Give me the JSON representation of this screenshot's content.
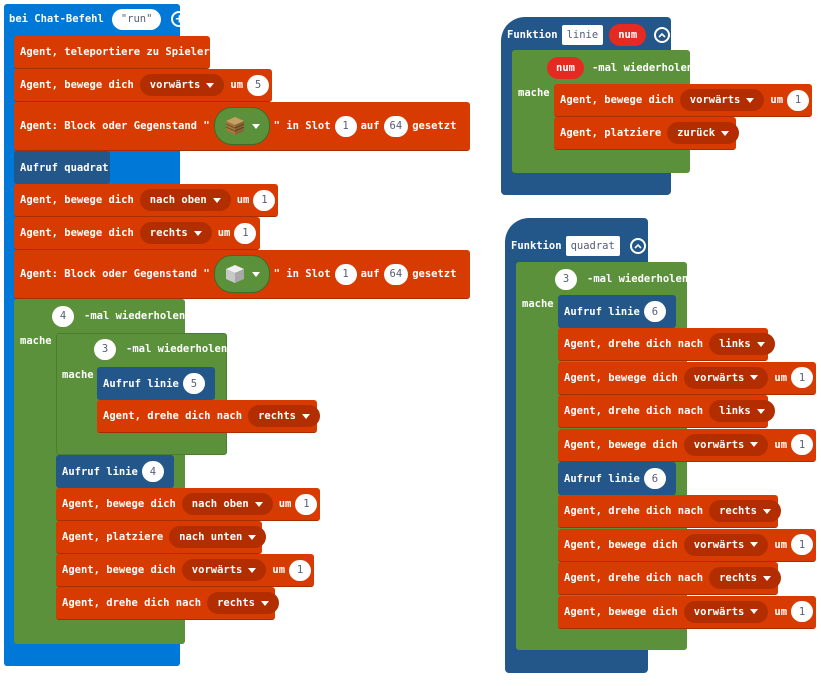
{
  "left_script": {
    "event": {
      "label": "bei Chat-Befehl",
      "command": "\"run\"",
      "add_icon": "plus-circle-icon"
    },
    "blocks": [
      {
        "text": "Agent, teleportiere zu Spieler"
      },
      {
        "text": "Agent, bewege dich",
        "dropdown": "vorwärts",
        "suffix": "um",
        "value": "5"
      },
      {
        "text": "Agent: Block oder Gegenstand \"",
        "item": "oak-planks",
        "mid": "\" in Slot",
        "slot": "1",
        "auf": "auf",
        "count": "64",
        "end": "gesetzt"
      },
      {
        "text": "Aufruf quadrat"
      },
      {
        "text": "Agent, bewege dich",
        "dropdown": "nach oben",
        "suffix": "um",
        "value": "1"
      },
      {
        "text": "Agent, bewege dich",
        "dropdown": "rechts",
        "suffix": "um",
        "value": "1"
      },
      {
        "text": "Agent: Block oder Gegenstand \"",
        "item": "stone-block",
        "mid": "\" in Slot",
        "slot": "1",
        "auf": "auf",
        "count": "64",
        "end": "gesetzt"
      }
    ],
    "outer_loop": {
      "times": "4",
      "label": "-mal wiederholen",
      "do": "mache"
    },
    "inner_loop": {
      "times": "3",
      "label": "-mal wiederholen",
      "do": "mache"
    },
    "inner_body": [
      {
        "text": "Aufruf linie",
        "value": "5"
      },
      {
        "text": "Agent, drehe dich nach",
        "dropdown": "rechts"
      }
    ],
    "outer_body": [
      {
        "text": "Aufruf linie",
        "value": "4"
      },
      {
        "text": "Agent, bewege dich",
        "dropdown": "nach oben",
        "suffix": "um",
        "value": "1"
      },
      {
        "text": "Agent, platziere",
        "dropdown": "nach unten"
      },
      {
        "text": "Agent, bewege dich",
        "dropdown": "vorwärts",
        "suffix": "um",
        "value": "1"
      },
      {
        "text": "Agent, drehe dich nach",
        "dropdown": "rechts"
      }
    ]
  },
  "func_linie": {
    "keyword": "Funktion",
    "name": "linie",
    "param": "num",
    "loop": {
      "times": "num",
      "label": "-mal wiederholen",
      "do": "mache"
    },
    "body": [
      {
        "text": "Agent, bewege dich",
        "dropdown": "vorwärts",
        "suffix": "um",
        "value": "1"
      },
      {
        "text": "Agent, platziere",
        "dropdown": "zurück"
      }
    ]
  },
  "func_quadrat": {
    "keyword": "Funktion",
    "name": "quadrat",
    "loop": {
      "times": "3",
      "label": "-mal wiederholen",
      "do": "mache"
    },
    "body": [
      {
        "text": "Aufruf linie",
        "value": "6"
      },
      {
        "text": "Agent, drehe dich nach",
        "dropdown": "links"
      },
      {
        "text": "Agent, bewege dich",
        "dropdown": "vorwärts",
        "suffix": "um",
        "value": "1"
      },
      {
        "text": "Agent, drehe dich nach",
        "dropdown": "links"
      },
      {
        "text": "Agent, bewege dich",
        "dropdown": "vorwärts",
        "suffix": "um",
        "value": "1"
      },
      {
        "text": "Aufruf linie",
        "value": "6"
      },
      {
        "text": "Agent, drehe dich nach",
        "dropdown": "rechts"
      },
      {
        "text": "Agent, bewege dich",
        "dropdown": "vorwärts",
        "suffix": "um",
        "value": "1"
      },
      {
        "text": "Agent, drehe dich nach",
        "dropdown": "rechts"
      },
      {
        "text": "Agent, bewege dich",
        "dropdown": "vorwärts",
        "suffix": "um",
        "value": "1"
      }
    ]
  },
  "colors": {
    "event": "#0078d7",
    "function": "#23578a",
    "loop": "#5c913b",
    "agent": "#d83b01",
    "dropdown": "#b22e00",
    "variable": "#e52a22"
  }
}
